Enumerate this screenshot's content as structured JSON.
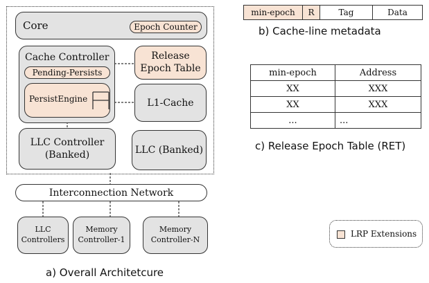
{
  "arch": {
    "core": "Core",
    "epoch_counter": "Epoch Counter",
    "cache_controller": "Cache Controller",
    "pending_persists": "Pending-Persists",
    "persist_engine": "PersistEngine",
    "release_epoch_table": "Release\nEpoch Table",
    "l1_cache": "L1-Cache",
    "llc_controller": "LLC Controller\n(Banked)",
    "llc_banked": "LLC (Banked)",
    "interconnect": "Interconnection Network",
    "llc_controllers": "LLC\nControllers",
    "mem_ctrl_1": "Memory\nController-1",
    "mem_ctrl_n": "Memory\nController-N",
    "caption": "a) Overall Architetcure"
  },
  "metadata": {
    "fields": [
      "min-epoch",
      "R",
      "Tag",
      "Data"
    ],
    "caption": "b) Cache-line metadata"
  },
  "ret": {
    "headers": [
      "min-epoch",
      "Address"
    ],
    "rows": [
      [
        "XX",
        "XXX"
      ],
      [
        "XX",
        "XXX"
      ],
      [
        "...",
        "..."
      ]
    ],
    "caption": "c) Release Epoch Table (RET)"
  },
  "legend": {
    "label": "LRP Extensions"
  },
  "colors": {
    "gray": "#e3e3e3",
    "peach": "#f8e3d4",
    "stroke": "#333333"
  }
}
